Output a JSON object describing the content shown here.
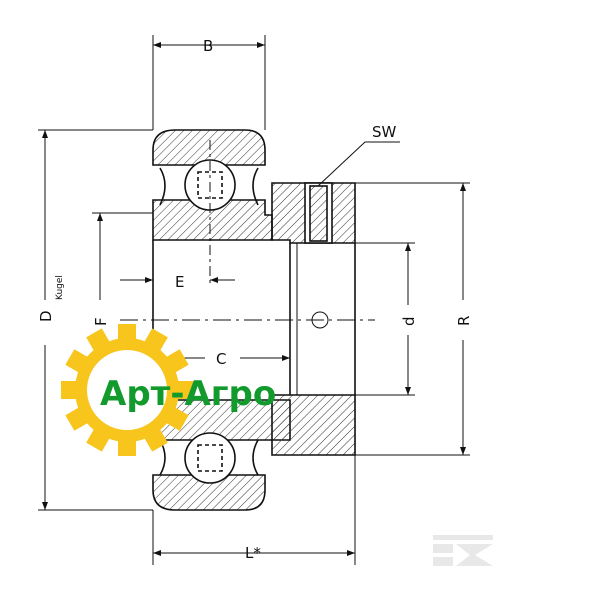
{
  "drawing": {
    "labels": {
      "B": "B",
      "SW": "SW",
      "D": "D",
      "kugel": "Kugel",
      "F": "F",
      "E": "E",
      "C": "C",
      "d": "d",
      "R": "R",
      "L": "L*"
    }
  },
  "logo": {
    "text": "Арт-Агро",
    "gear_color": "#f7c51b",
    "text_color": "#129a2c"
  },
  "watermark": {
    "text": "K"
  }
}
